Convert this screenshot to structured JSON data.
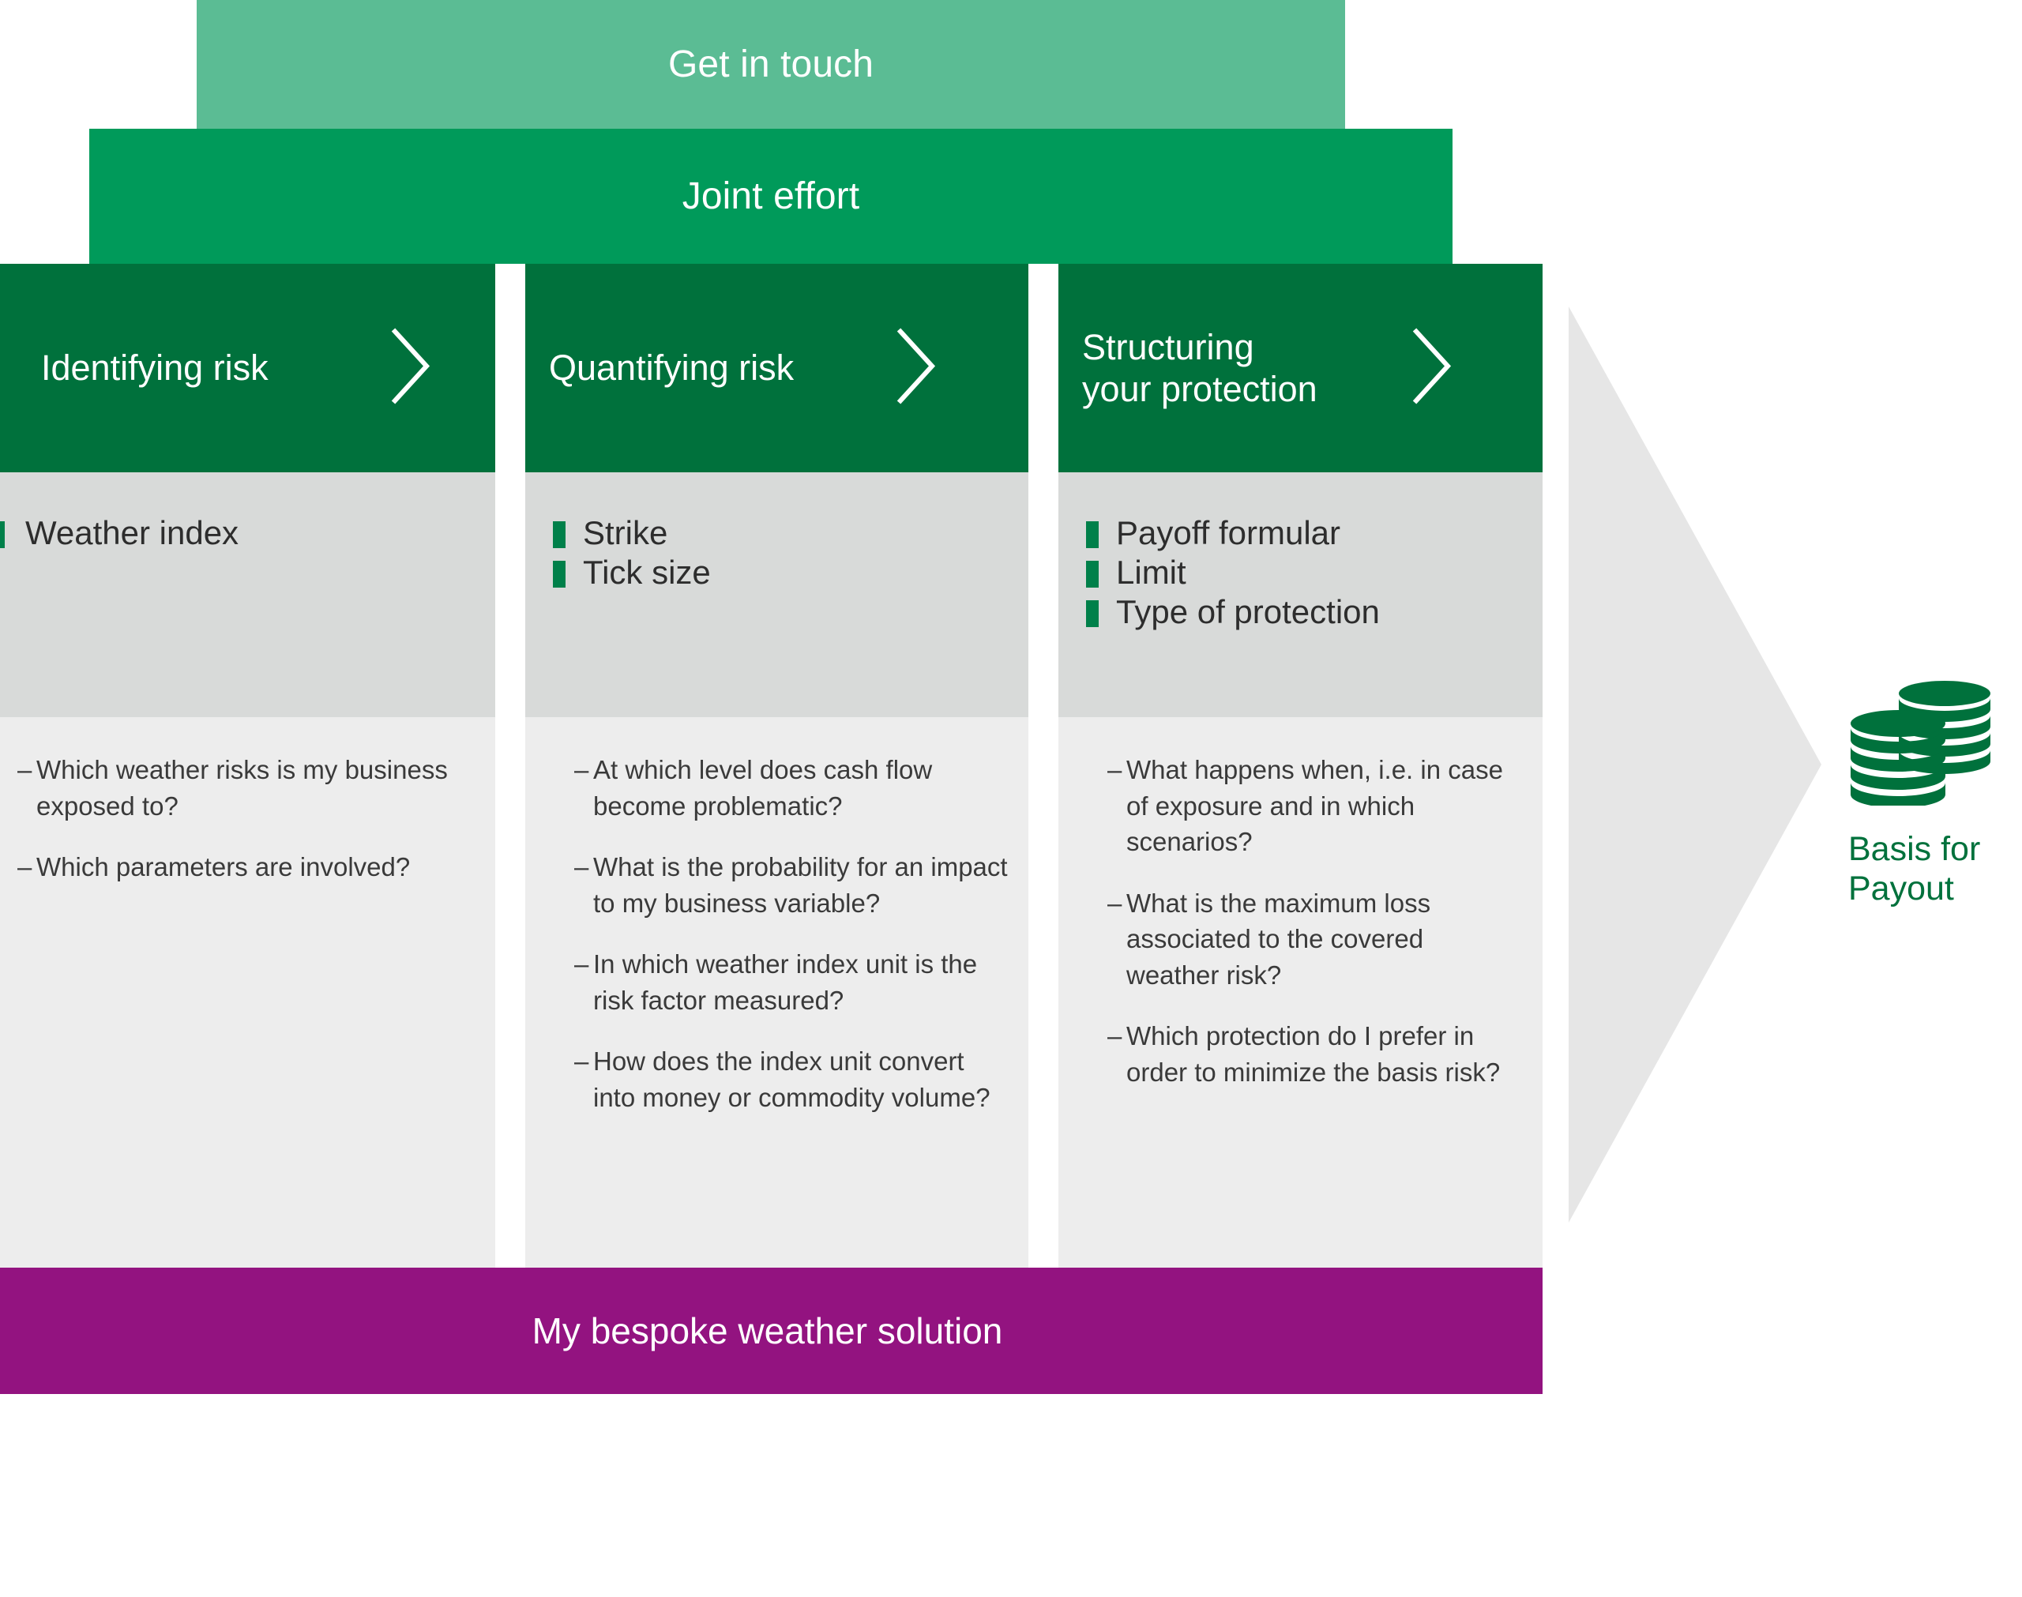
{
  "banners": {
    "get_in_touch": "Get in touch",
    "joint_effort": "Joint effort",
    "bespoke_solution": "My bespoke weather solution"
  },
  "columns": [
    {
      "title": "Identifying risk",
      "chevron_icon": "chevron-right-icon",
      "keywords": [
        "Weather index"
      ],
      "questions": [
        "Which weather risks is my business exposed to?",
        "Which parameters are involved?"
      ]
    },
    {
      "title": "Quantifying risk",
      "chevron_icon": "chevron-right-icon",
      "keywords": [
        "Strike",
        "Tick size"
      ],
      "questions": [
        "At which level does cash flow become problematic?",
        "What is the probability for an impact to my business variable?",
        "In which weather index unit is the risk factor measured?",
        "How does the index unit convert into money or commodity volume?"
      ]
    },
    {
      "title": "Structuring\nyour protection",
      "chevron_icon": "chevron-right-icon",
      "keywords": [
        "Payoff formular",
        "Limit",
        "Type of protection"
      ],
      "questions": [
        "What happens when, i.e. in case of exposure and in which scenarios?",
        "What is the maximum loss associated to the covered weather risk?",
        "Which protection do I prefer in order to minimize the basis risk?"
      ]
    }
  ],
  "outcome": {
    "icon": "coins-stack-icon",
    "label": "Basis for\nPayout"
  },
  "flow": {
    "arrow_icon": "right-arrow-triangle-icon"
  },
  "bullet_marker": "square-bullet-icon",
  "dash_marker": "en-dash-bullet",
  "colors": {
    "light_green": "#5BBC94",
    "mid_green": "#009A5A",
    "dark_green": "#00713C",
    "bullet_green": "#00804A",
    "mid_grey": "#D8DAD9",
    "light_grey": "#EDEDED",
    "arrow_grey": "#E6E6E6",
    "purple": "#931380",
    "text_dark": "#3A3A3A",
    "white": "#FFFFFF"
  }
}
